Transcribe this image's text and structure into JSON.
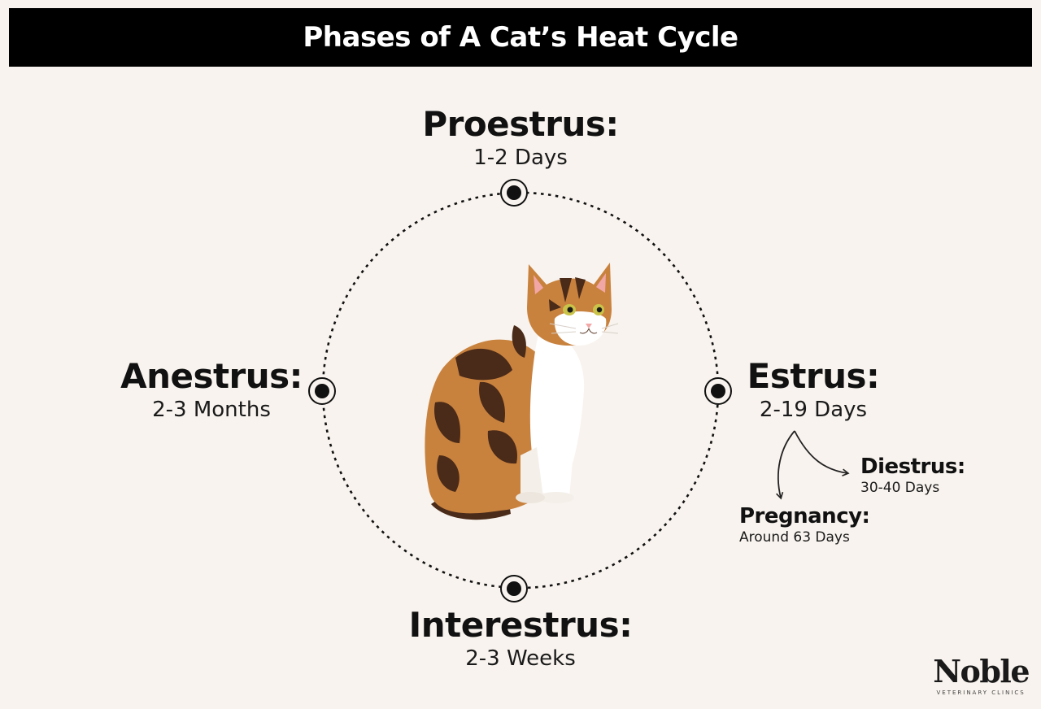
{
  "header": {
    "title": "Phases of A Cat’s Heat Cycle"
  },
  "phases": {
    "proestrus": {
      "name": "Proestrus:",
      "duration": "1-2 Days"
    },
    "estrus": {
      "name": "Estrus:",
      "duration": "2-19 Days"
    },
    "interestrus": {
      "name": "Interestrus:",
      "duration": "2-3 Weeks"
    },
    "anestrus": {
      "name": "Anestrus:",
      "duration": "2-3 Months"
    },
    "diestrus": {
      "name": "Diestrus:",
      "duration": "30-40 Days"
    },
    "pregnancy": {
      "name": "Pregnancy:",
      "duration": "Around 63 Days"
    }
  },
  "logo": {
    "name": "Noble",
    "tagline": "VETERINARY CLINICS"
  },
  "colors": {
    "background": "#f8f3ee",
    "title_bar": "#000000",
    "cat_orange": "#c8823e",
    "cat_dark": "#4a2a18",
    "cat_white": "#ffffff"
  }
}
